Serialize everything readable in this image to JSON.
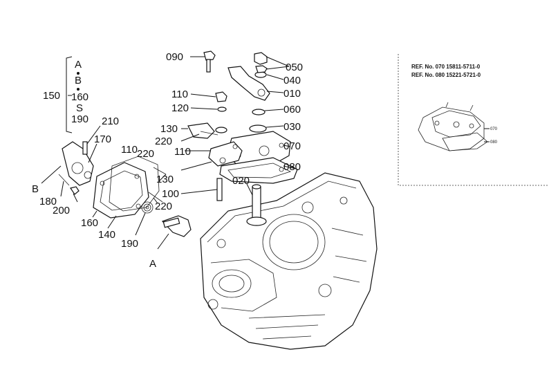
{
  "labels": {
    "p090": "090",
    "p050": "050",
    "p040": "040",
    "p010": "010",
    "p060": "060",
    "p030": "030",
    "p070": "070",
    "p080": "080",
    "p110a": "110",
    "p120": "120",
    "p130a": "130",
    "p220a": "220",
    "p110b": "110",
    "p220b": "220",
    "p110c": "110",
    "p130b": "130",
    "p100": "100",
    "p020": "020",
    "p220c": "220",
    "p210": "210",
    "p170": "170",
    "p150": "150",
    "p180": "180",
    "p200": "200",
    "p160": "160",
    "p140": "140",
    "p190": "190",
    "refA": "A",
    "refB": "B"
  },
  "bracket": {
    "line1": "A",
    "line2": "B",
    "line3": "160",
    "line4": "S",
    "line5": "190"
  },
  "reference": {
    "line1": "REF. No. 070 15811-5711-0",
    "line2": "REF. No. 080 15221-5721-0",
    "inset_070": "070",
    "inset_080": "080"
  }
}
